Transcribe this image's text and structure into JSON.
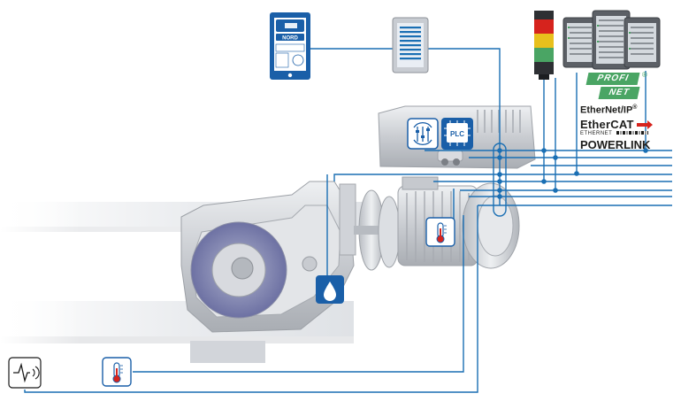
{
  "app_label": "NORD",
  "device_label": "PLC",
  "protocols": {
    "profi_line1": "PROFI",
    "profi_line2": "NET",
    "profi_mark": "®",
    "ethernetip": "EtherNet/IP",
    "ethernetip_mark": "®",
    "ethercat_a": "Ether",
    "ethercat_b": "CAT",
    "powerlink_small": "ETHERNET",
    "powerlink_big": "POWERLINK"
  },
  "colors": {
    "line_blue": "#1a6fb4",
    "badge_blue": "#1a5fa8",
    "profinet_green": "#4aa564",
    "ethercat_red": "#d6231d",
    "machine_grey": "#c9ccd1"
  }
}
